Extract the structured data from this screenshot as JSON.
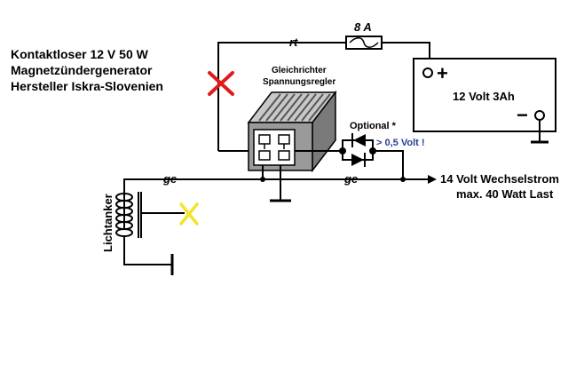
{
  "title_lines": [
    "Kontaktloser 12 V 50 W",
    "Magnetzündergenerator",
    "Hersteller Iskra-Slovenien"
  ],
  "regulator": {
    "label_line1": "Gleichrichter",
    "label_line2": "Spannungsregler"
  },
  "fuse": {
    "label": "8  A"
  },
  "wires": {
    "red": "rt",
    "yellow_left": "ge",
    "yellow_right": "ge"
  },
  "battery": {
    "label": "12 Volt 3Ah",
    "plus": "+",
    "minus": "−"
  },
  "optional": {
    "label": "Optional *",
    "voltage_note": "> 0,5 Volt !"
  },
  "output": {
    "line1": "14 Volt Wechselstrom",
    "line2": "max.  40 Watt Last"
  },
  "coil": {
    "label": "Lichtanker"
  },
  "colors": {
    "wire": "#000000",
    "cross_red": "#e01b1b",
    "cross_yellow": "#f2e52a",
    "note_blue": "#2a3c9a",
    "regulator_fill": "#9a9a9a",
    "regulator_fin": "#cfcfcf"
  }
}
